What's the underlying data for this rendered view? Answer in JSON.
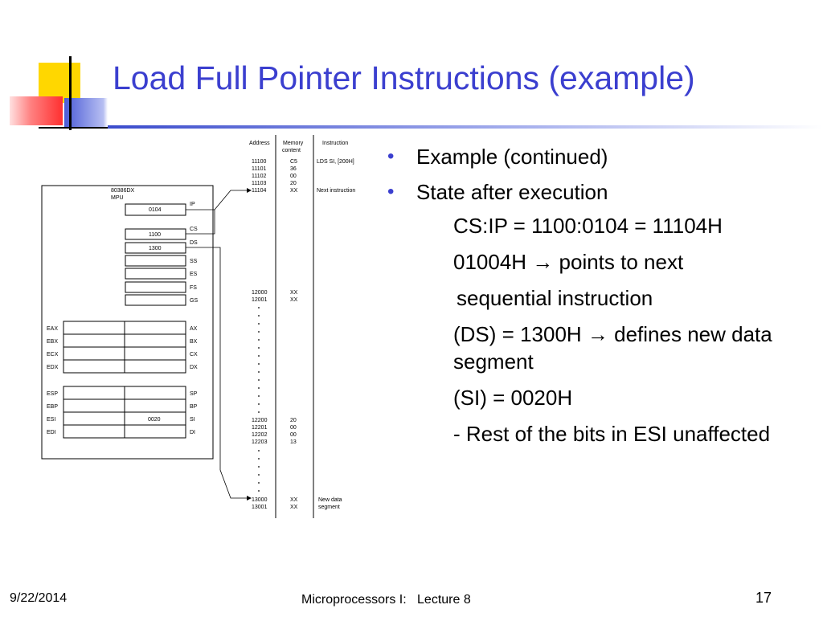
{
  "slide": {
    "title": "Load Full Pointer Instructions (example)",
    "bullets": [
      "Example (continued)",
      "State after execution"
    ],
    "subs": [
      "CS:IP = 1100:0104 = 11104H",
      "01004H → points to next",
      "sequential instruction",
      "(DS) = 1300H → defines new data segment",
      "(SI) = 0020H",
      "- Rest of the bits in ESI unaffected"
    ]
  },
  "diagram": {
    "headers": {
      "address": "Address",
      "memory1": "Memory",
      "memory2": "content",
      "instruction": "Instruction"
    },
    "cpu_label1": "80386DX",
    "cpu_label2": "MPU",
    "registers": {
      "ip_value": "0104",
      "ip": "IP",
      "cs_value": "1100",
      "cs": "CS",
      "ds_value": "1300",
      "ds": "DS",
      "ss": "SS",
      "es": "ES",
      "fs": "FS",
      "gs": "GS",
      "eax": "EAX",
      "ax": "AX",
      "ebx": "EBX",
      "bx": "BX",
      "ecx": "ECX",
      "cx": "CX",
      "edx": "EDX",
      "dx": "DX",
      "esp": "ESP",
      "sp": "SP",
      "ebp": "EBP",
      "bp": "BP",
      "esi": "ESI",
      "si_value": "0020",
      "si": "SI",
      "edi": "EDI",
      "di": "DI"
    },
    "memory_rows": [
      {
        "address": "11100",
        "content": "C5",
        "instruction": "LDS SI, [200H]"
      },
      {
        "address": "11101",
        "content": "36",
        "instruction": ""
      },
      {
        "address": "11102",
        "content": "00",
        "instruction": ""
      },
      {
        "address": "11103",
        "content": "20",
        "instruction": ""
      },
      {
        "address": "11104",
        "content": "XX",
        "instruction": "Next instruction"
      },
      {
        "address": "12000",
        "content": "XX",
        "instruction": ""
      },
      {
        "address": "12001",
        "content": "XX",
        "instruction": ""
      },
      {
        "address": "12200",
        "content": "20",
        "instruction": ""
      },
      {
        "address": "12201",
        "content": "00",
        "instruction": ""
      },
      {
        "address": "12202",
        "content": "00",
        "instruction": ""
      },
      {
        "address": "12203",
        "content": "13",
        "instruction": ""
      },
      {
        "address": "13000",
        "content": "XX",
        "instruction": "New data"
      },
      {
        "address": "13001",
        "content": "XX",
        "instruction": "segment"
      }
    ]
  },
  "footer": {
    "date": "9/22/2014",
    "course": "Microprocessors I:   Lecture 8",
    "page": "17"
  }
}
